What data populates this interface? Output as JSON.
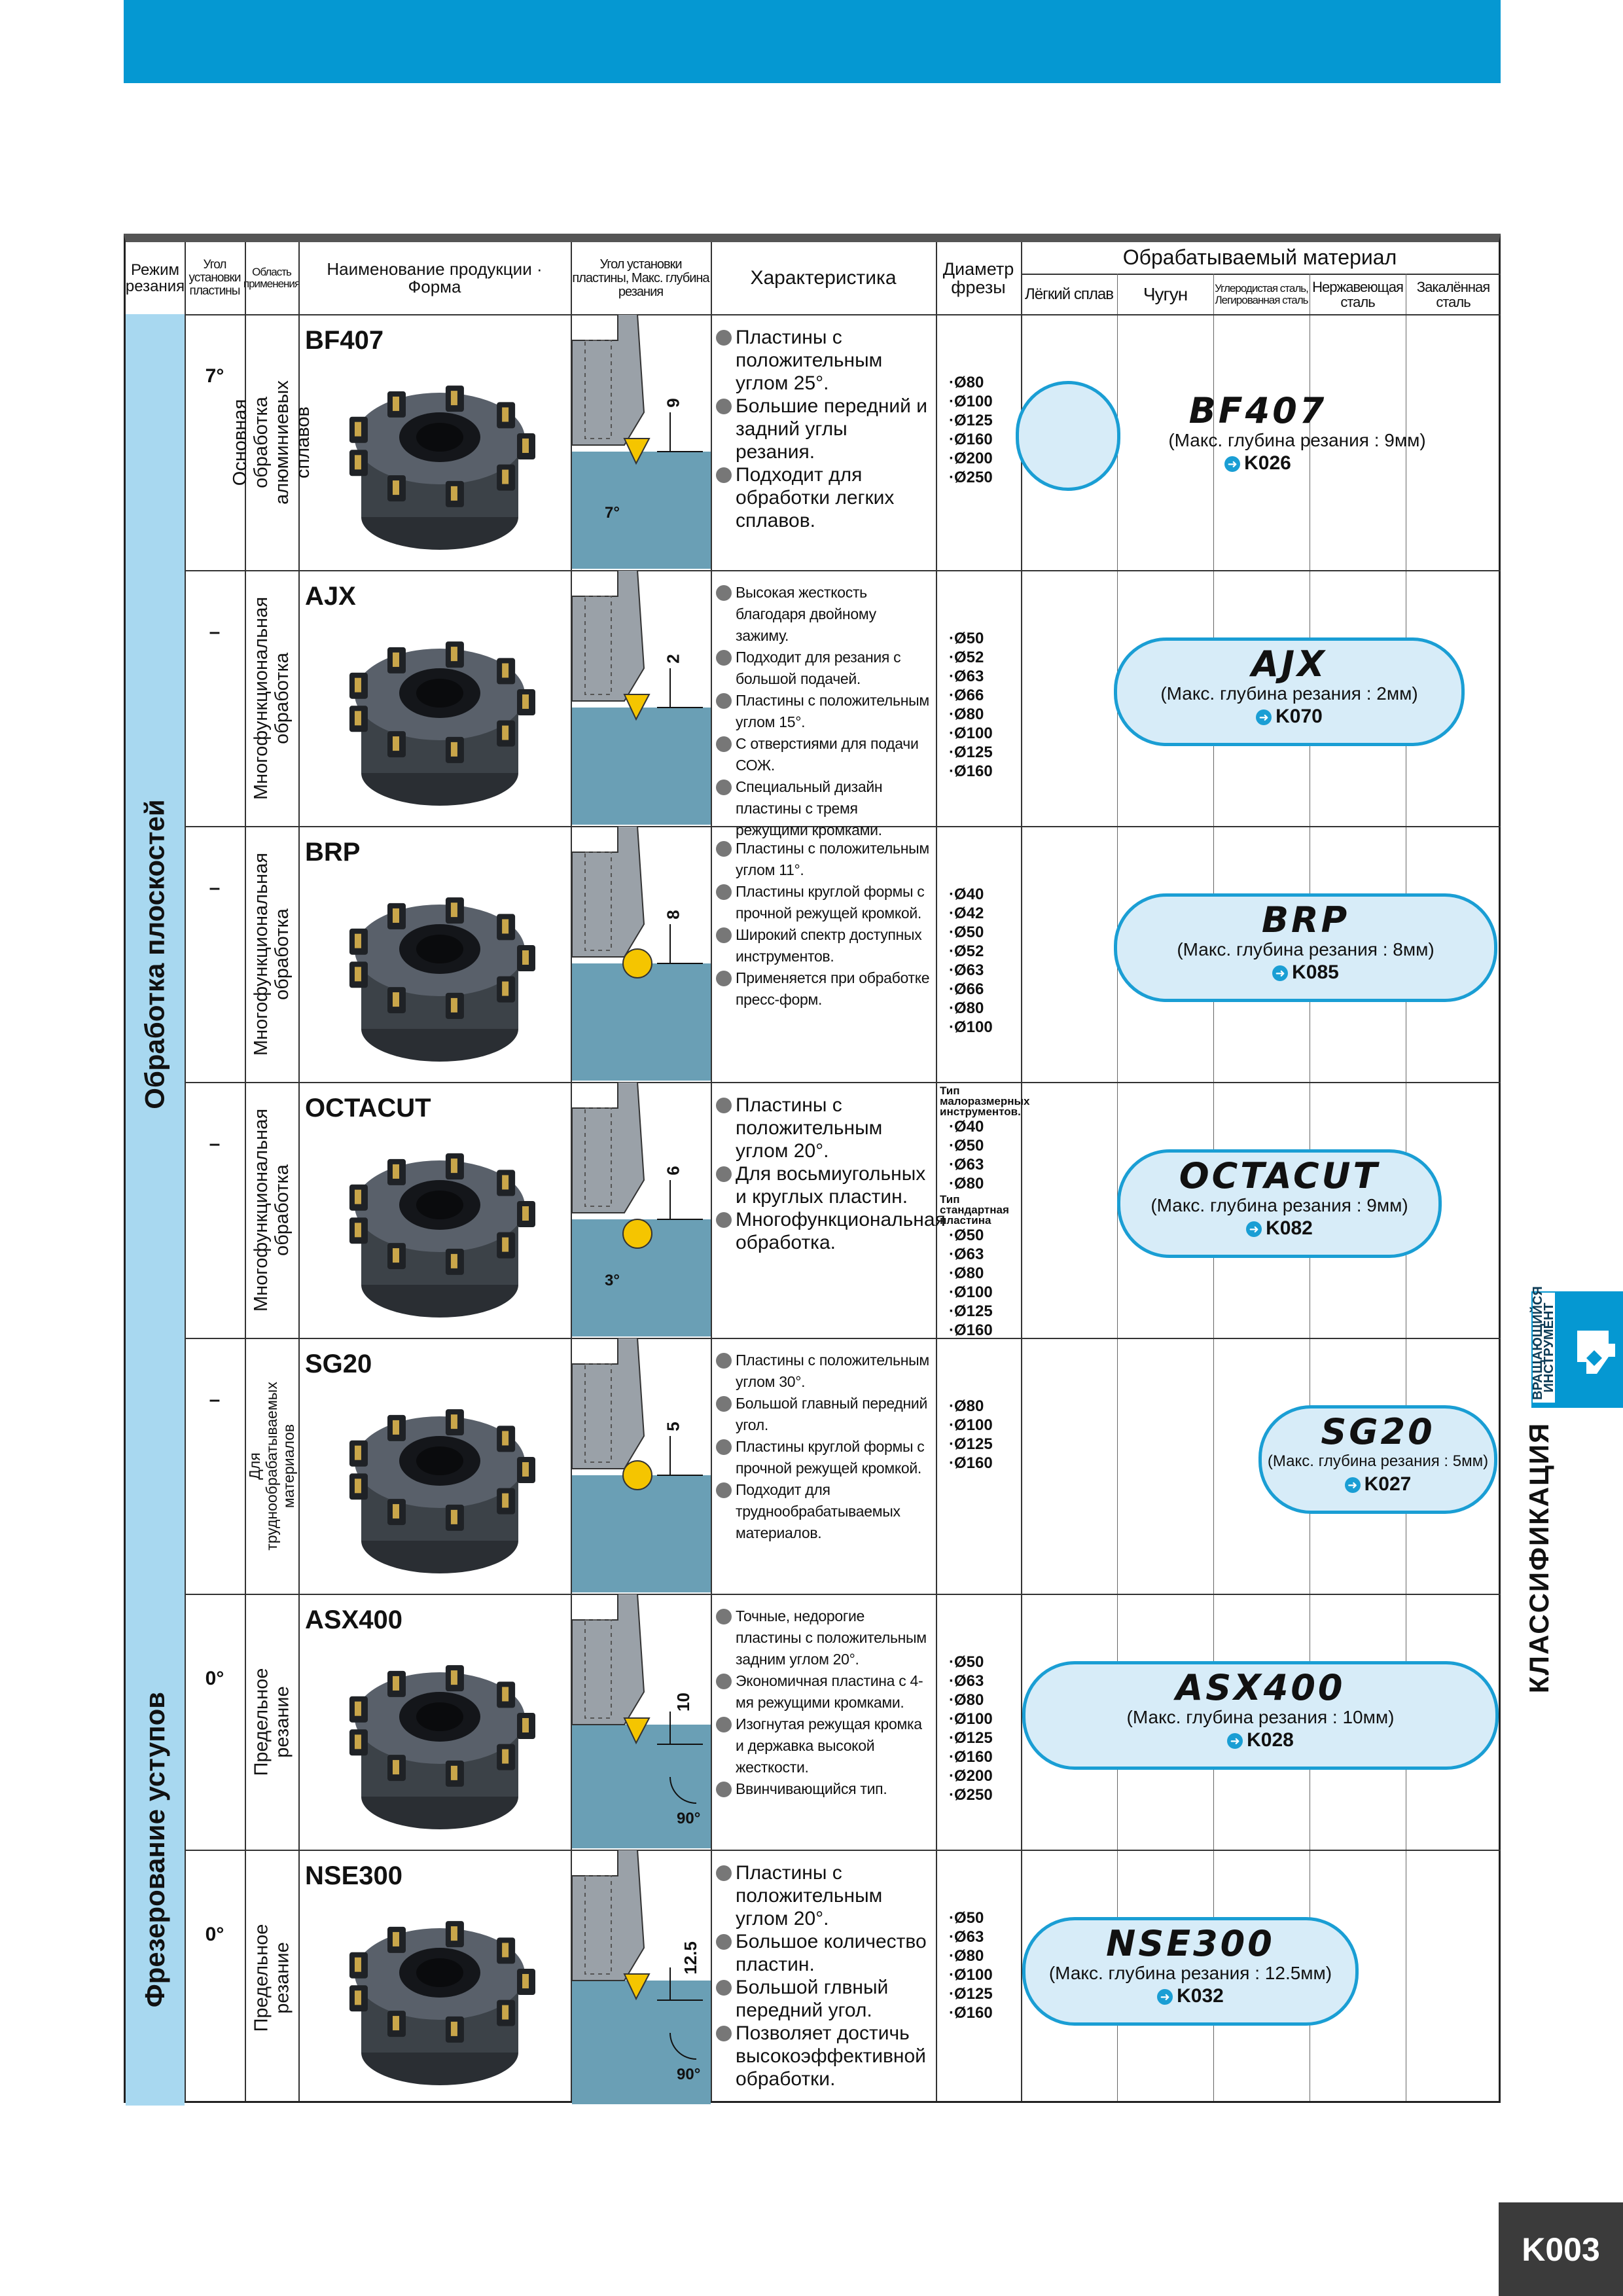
{
  "header": {
    "mode": "Режим резания",
    "angle": "Угол установки пластины",
    "area": "Область применения",
    "product": "Наименование продукции · Форма",
    "insert_angle": "Угол установки пластины, Макс. глубина резания",
    "features": "Характеристика",
    "diameter": "Диаметр фрезы",
    "material_group": "Обрабатываемый материал",
    "materials": [
      "Лёгкий сплав",
      "Чугун",
      "Углеродистая сталь, Легированная сталь",
      "Нержавеющая сталь",
      "Закалённая сталь"
    ]
  },
  "groups": [
    {
      "label": "Обработка плоскостей"
    },
    {
      "label": "Фрезерование уступов"
    }
  ],
  "rows": [
    {
      "angle": "7°",
      "area": "Основная обработка алюминиевых сплавов",
      "name": "BF407",
      "depth_label": "9",
      "angle_label": "7°",
      "features": [
        "Пластины с положительным углом 25°.",
        "Большие передний и задний углы резания.",
        "Подходит для обработки легких сплавов."
      ],
      "diameters": [
        "·Ø80",
        "·Ø100",
        "·Ø125",
        "·Ø160",
        "·Ø200",
        "·Ø250"
      ],
      "pill_title": "BF407",
      "pill_depth": "(Макс. глубина резания : 9мм)",
      "pill_ref": "K026"
    },
    {
      "angle": "–",
      "area": "Многофункциональная обработка",
      "name": "AJX",
      "depth_label": "2",
      "angle_label": "",
      "features": [
        "Высокая жесткость благодаря двойному зажиму.",
        "Подходит для резания с большой подачей.",
        "Пластины с положительным углом 15°.",
        "С отверстиями для подачи СОЖ.",
        "Специальный дизайн пластины с тремя режущими кромками."
      ],
      "diameters": [
        "·Ø50",
        "·Ø52",
        "·Ø63",
        "·Ø66",
        "·Ø80",
        "·Ø100",
        "·Ø125",
        "·Ø160"
      ],
      "pill_title": "AJX",
      "pill_depth": "(Макс. глубина резания : 2мм)",
      "pill_ref": "K070"
    },
    {
      "angle": "–",
      "area": "Многофункциональная обработка",
      "name": "BRP",
      "depth_label": "8",
      "angle_label": "",
      "features": [
        "Пластины с положительным углом 11°.",
        "Пластины круглой формы с прочной режущей кромкой.",
        "Широкий спектр доступных инструментов.",
        "Применяется при обработке пресс-форм."
      ],
      "diameters": [
        "·Ø40",
        "·Ø42",
        "·Ø50",
        "·Ø52",
        "·Ø63",
        "·Ø66",
        "·Ø80",
        "·Ø100"
      ],
      "pill_title": "BRP",
      "pill_depth": "(Макс. глубина резания : 8мм)",
      "pill_ref": "K085"
    },
    {
      "angle": "–",
      "area": "Многофункциональная обработка",
      "name": "OCTACUT",
      "depth_label": "6",
      "angle_label": "3°",
      "features": [
        "Пластины с положительным углом 20°.",
        "Для восьмиугольных и круглых пластин.",
        "Многофункциональная обработка."
      ],
      "diameter_note_1": "Тип малоразмерных инструментов.",
      "diameters_1": [
        "·Ø40",
        "·Ø50",
        "·Ø63",
        "·Ø80"
      ],
      "diameter_note_2": "Тип стандартная пластина",
      "diameters_2": [
        "·Ø50",
        "·Ø63",
        "·Ø80",
        "·Ø100",
        "·Ø125",
        "·Ø160"
      ],
      "pill_title": "OCTACUT",
      "pill_depth": "(Макс. глубина резания : 9мм)",
      "pill_ref": "K082"
    },
    {
      "angle": "–",
      "area": "Для труднообрабатываемых материалов",
      "name": "SG20",
      "depth_label": "5",
      "angle_label": "",
      "features": [
        "Пластины с положительным углом 30°.",
        "Большой главный передний угол.",
        "Пластины круглой формы с прочной режущей кромкой.",
        "Подходит для труднообрабатываемых материалов."
      ],
      "diameters": [
        "·Ø80",
        "·Ø100",
        "·Ø125",
        "·Ø160"
      ],
      "pill_title": "SG20",
      "pill_depth": "(Макс. глубина резания : 5мм)",
      "pill_ref": "K027"
    },
    {
      "angle": "0°",
      "area": "Предельное резание",
      "name": "ASX400",
      "depth_label": "10",
      "angle_label": "90°",
      "features": [
        "Точные, недорогие пластины с положительным задним углом 20°.",
        "Экономичная пластина с 4-мя режущими кромками.",
        "Изогнутая режущая кромка и державка высокой жесткости.",
        "Ввинчивающийся тип."
      ],
      "diameters": [
        "·Ø50",
        "·Ø63",
        "·Ø80",
        "·Ø100",
        "·Ø125",
        "·Ø160",
        "·Ø200",
        "·Ø250"
      ],
      "pill_title": "ASX400",
      "pill_depth": "(Макс. глубина резания : 10мм)",
      "pill_ref": "K028"
    },
    {
      "angle": "0°",
      "area": "Предельное резание",
      "name": "NSE300",
      "depth_label": "12.5",
      "angle_label": "90°",
      "features": [
        "Пластины с положительным углом 20°.",
        "Большое количество пластин.",
        "Большой глвный передний угол.",
        "Позволяет достичь высокоэффективной обработки."
      ],
      "diameters": [
        "·Ø50",
        "·Ø63",
        "·Ø80",
        "·Ø100",
        "·Ø125",
        "·Ø160"
      ],
      "pill_title": "NSE300",
      "pill_depth": "(Макс. глубина резания : 12.5мм)",
      "pill_ref": "K032"
    }
  ],
  "side": {
    "tab_label": "ВРАЩАЮЩИЙСЯ ИНСТРУМЕНТ",
    "section": "КЛАССИФИКАЦИЯ"
  },
  "page": {
    "number": "K003"
  },
  "colors": {
    "accent": "#0598d2",
    "pill_border": "#1a9ed4",
    "pill_fill": "#d7ecf8",
    "group_fill": "#a8d8f0",
    "diagram_fill": "#6a9fb5",
    "insert_yellow": "#f5c500"
  }
}
